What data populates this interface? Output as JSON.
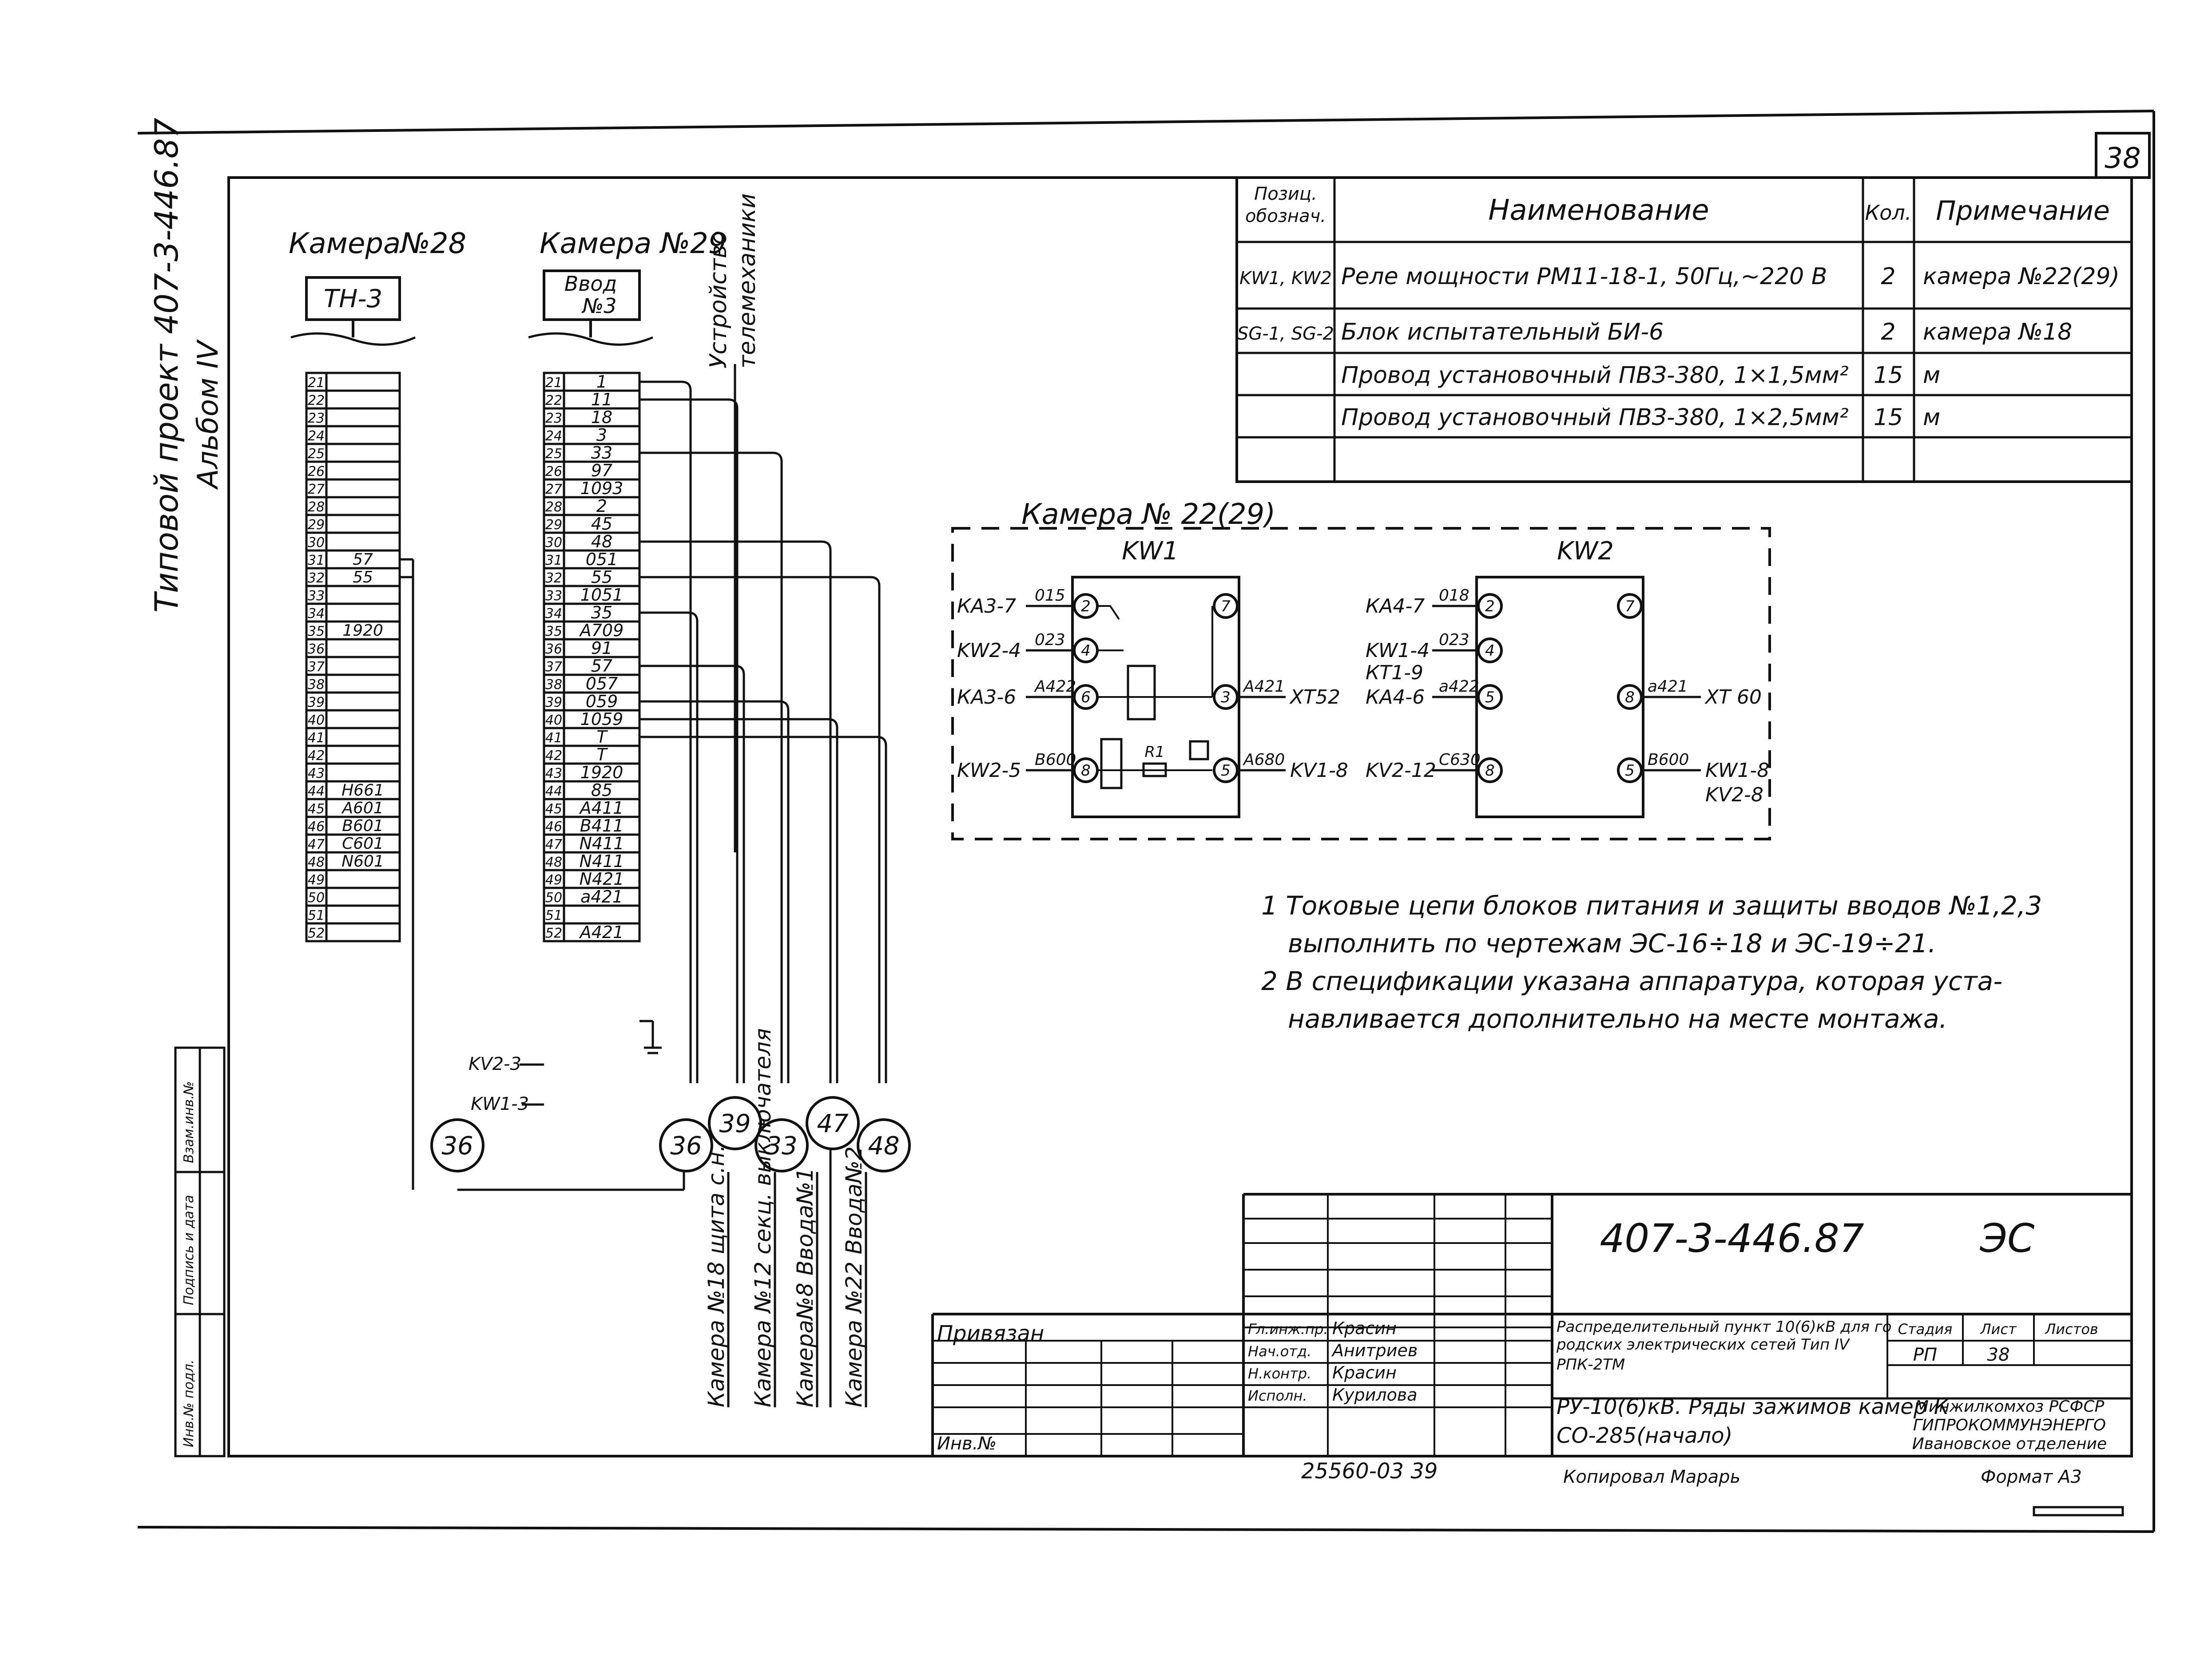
{
  "sheet_number": "38",
  "side_title": [
    "Типовой проект 407-3-446.87",
    "Альбом IV"
  ],
  "chamber28": {
    "title": "Камера№28",
    "device": "ТН-3",
    "terminals": [
      {
        "n": "21",
        "label": ""
      },
      {
        "n": "22",
        "label": ""
      },
      {
        "n": "23",
        "label": ""
      },
      {
        "n": "24",
        "label": ""
      },
      {
        "n": "25",
        "label": ""
      },
      {
        "n": "26",
        "label": ""
      },
      {
        "n": "27",
        "label": ""
      },
      {
        "n": "28",
        "label": ""
      },
      {
        "n": "29",
        "label": ""
      },
      {
        "n": "30",
        "label": ""
      },
      {
        "n": "31",
        "label": "57"
      },
      {
        "n": "32",
        "label": "55"
      },
      {
        "n": "33",
        "label": ""
      },
      {
        "n": "34",
        "label": ""
      },
      {
        "n": "35",
        "label": "1920"
      },
      {
        "n": "36",
        "label": ""
      },
      {
        "n": "37",
        "label": ""
      },
      {
        "n": "38",
        "label": ""
      },
      {
        "n": "39",
        "label": ""
      },
      {
        "n": "40",
        "label": ""
      },
      {
        "n": "41",
        "label": ""
      },
      {
        "n": "42",
        "label": ""
      },
      {
        "n": "43",
        "label": ""
      },
      {
        "n": "44",
        "label": "Н661"
      },
      {
        "n": "45",
        "label": "А601"
      },
      {
        "n": "46",
        "label": "В601"
      },
      {
        "n": "47",
        "label": "С601"
      },
      {
        "n": "48",
        "label": "N601"
      },
      {
        "n": "49",
        "label": ""
      },
      {
        "n": "50",
        "label": ""
      },
      {
        "n": "51",
        "label": ""
      },
      {
        "n": "52",
        "label": ""
      }
    ]
  },
  "chamber29": {
    "title": "Камера №29",
    "device": [
      "Ввод",
      "№3"
    ],
    "terminals": [
      {
        "n": "21",
        "label": "1"
      },
      {
        "n": "22",
        "label": "11"
      },
      {
        "n": "23",
        "label": "18"
      },
      {
        "n": "24",
        "label": "3"
      },
      {
        "n": "25",
        "label": "33"
      },
      {
        "n": "26",
        "label": "97"
      },
      {
        "n": "27",
        "label": "1093"
      },
      {
        "n": "28",
        "label": "2"
      },
      {
        "n": "29",
        "label": "45"
      },
      {
        "n": "30",
        "label": "48"
      },
      {
        "n": "31",
        "label": "051"
      },
      {
        "n": "32",
        "label": "55"
      },
      {
        "n": "33",
        "label": "1051"
      },
      {
        "n": "34",
        "label": "35"
      },
      {
        "n": "35",
        "label": "А709"
      },
      {
        "n": "36",
        "label": "91"
      },
      {
        "n": "37",
        "label": "57"
      },
      {
        "n": "38",
        "label": "057"
      },
      {
        "n": "39",
        "label": "059"
      },
      {
        "n": "40",
        "label": "1059"
      },
      {
        "n": "41",
        "label": "Т"
      },
      {
        "n": "42",
        "label": "Т"
      },
      {
        "n": "43",
        "label": "1920"
      },
      {
        "n": "44",
        "label": "85"
      },
      {
        "n": "45",
        "label": "А411"
      },
      {
        "n": "46",
        "label": "В411"
      },
      {
        "n": "47",
        "label": "N411"
      },
      {
        "n": "48",
        "label": "N411"
      },
      {
        "n": "49",
        "label": "N421"
      },
      {
        "n": "50",
        "label": "а421"
      },
      {
        "n": "51",
        "label": ""
      },
      {
        "n": "52",
        "label": "А421"
      }
    ]
  },
  "telemech_label": [
    "Устройство",
    "телемеханики"
  ],
  "kw_left_labels": [
    "KV2-3",
    "KW1-3"
  ],
  "circles": [
    "36",
    "36",
    "39",
    "33",
    "47",
    "48"
  ],
  "bottom_vertical_labels": [
    "Камера №18 щита с.н.",
    "Камера №12 секц. выключателя",
    "Камера№8 Ввода№1",
    "Камера №22 Ввода№2"
  ],
  "spec_table": {
    "headers": [
      "Позиц. обознач.",
      "Наименование",
      "Кол.",
      "Примечание"
    ],
    "rows": [
      {
        "pos": "KW1, KW2",
        "name": "Реле мощности РМ11-18-1, 50Гц,~220 В",
        "qty": "2",
        "note": "камера №22(29)"
      },
      {
        "pos": "SG-1, SG-2",
        "name": "Блок испытательный БИ-6",
        "qty": "2",
        "note": "камера №18"
      },
      {
        "pos": "",
        "name": "Провод установочный ПВЗ-380, 1×1,5мм²",
        "qty": "15",
        "note": "м"
      },
      {
        "pos": "",
        "name": "Провод установочный ПВЗ-380, 1×2,5мм²",
        "qty": "15",
        "note": "м"
      },
      {
        "pos": "",
        "name": "",
        "qty": "",
        "note": ""
      }
    ]
  },
  "relay_panel": {
    "title": "Камера № 22(29)",
    "kw1": {
      "name": "KW1",
      "left": [
        {
          "src": "КА3-7",
          "wire": "015",
          "pin": "2"
        },
        {
          "src": "KW2-4",
          "wire": "023",
          "pin": "4"
        },
        {
          "src": "КА3-6",
          "wire": "А422",
          "pin": "6"
        },
        {
          "src": "KW2-5",
          "wire": "В600",
          "pin": "8"
        }
      ],
      "right": [
        {
          "pin": "7",
          "wire": "",
          "dst": ""
        },
        {
          "pin": "3",
          "wire": "А421",
          "dst": "ХТ52"
        },
        {
          "pin": "5",
          "wire": "А680",
          "dst": "KV1-8"
        }
      ],
      "r_label": "R1"
    },
    "kw2": {
      "name": "KW2",
      "left": [
        {
          "src": "КА4-7",
          "wire": "018",
          "pin": "2"
        },
        {
          "src": "KW1-4",
          "wire": "023",
          "pin": "4"
        },
        {
          "src": "КТ1-9",
          "wire": "",
          "pin": ""
        },
        {
          "src": "КА4-6",
          "wire": "а422",
          "pin": "5"
        },
        {
          "src": "KV2-12",
          "wire": "С630",
          "pin": "8"
        }
      ],
      "right": [
        {
          "pin": "7",
          "wire": "",
          "dst": ""
        },
        {
          "pin": "8",
          "wire": "а421",
          "dst": "ХТ 60"
        },
        {
          "pin": "5",
          "wire": "В600",
          "dst": "KW1-8"
        },
        {
          "pin": "",
          "wire": "",
          "dst": "KV2-8"
        }
      ]
    }
  },
  "notes": [
    "1 Токовые цепи блоков питания и защиты вводов №1,2,3",
    "выполнить по чертежам ЭС-16÷18 и ЭС-19÷21.",
    "2 В спецификации указана аппаратура, которая уста-",
    "навливается дополнительно на месте монтажа."
  ],
  "stamp_vertical": [
    "Взам.инв.№",
    "Подпись и дата",
    "Инв.№ подл."
  ],
  "title_block": {
    "code": "407-3-446.87",
    "mark": "ЭС",
    "privyazan": "Привязан",
    "inv": "Инв.№",
    "roles": [
      {
        "role": "Гл.инж.пр.",
        "name": "Красин"
      },
      {
        "role": "Нач.отд.",
        "name": "Анитриев"
      },
      {
        "role": "Н.контр.",
        "name": "Красин"
      },
      {
        "role": "Исполн.",
        "name": "Курилова"
      }
    ],
    "object": "Распределительный пункт 10(6)кВ для городских электрических сетей Тип IV РПК-2ТМ",
    "sheet_title": "РУ-10(6)кВ. Ряды зажимов камер КСО-285(начало)",
    "stage_header": [
      "Стадия",
      "Лист",
      "Листов"
    ],
    "stage": "РП",
    "sheet": "38",
    "org": [
      "Минжилкомхоз РСФСР",
      "ГИПРОКОММУНЭНЕРГО",
      "Ивановское отделение"
    ],
    "footer_left": "25560-03  39",
    "copied": "Копировал Марарь",
    "format": "Формат А3"
  }
}
